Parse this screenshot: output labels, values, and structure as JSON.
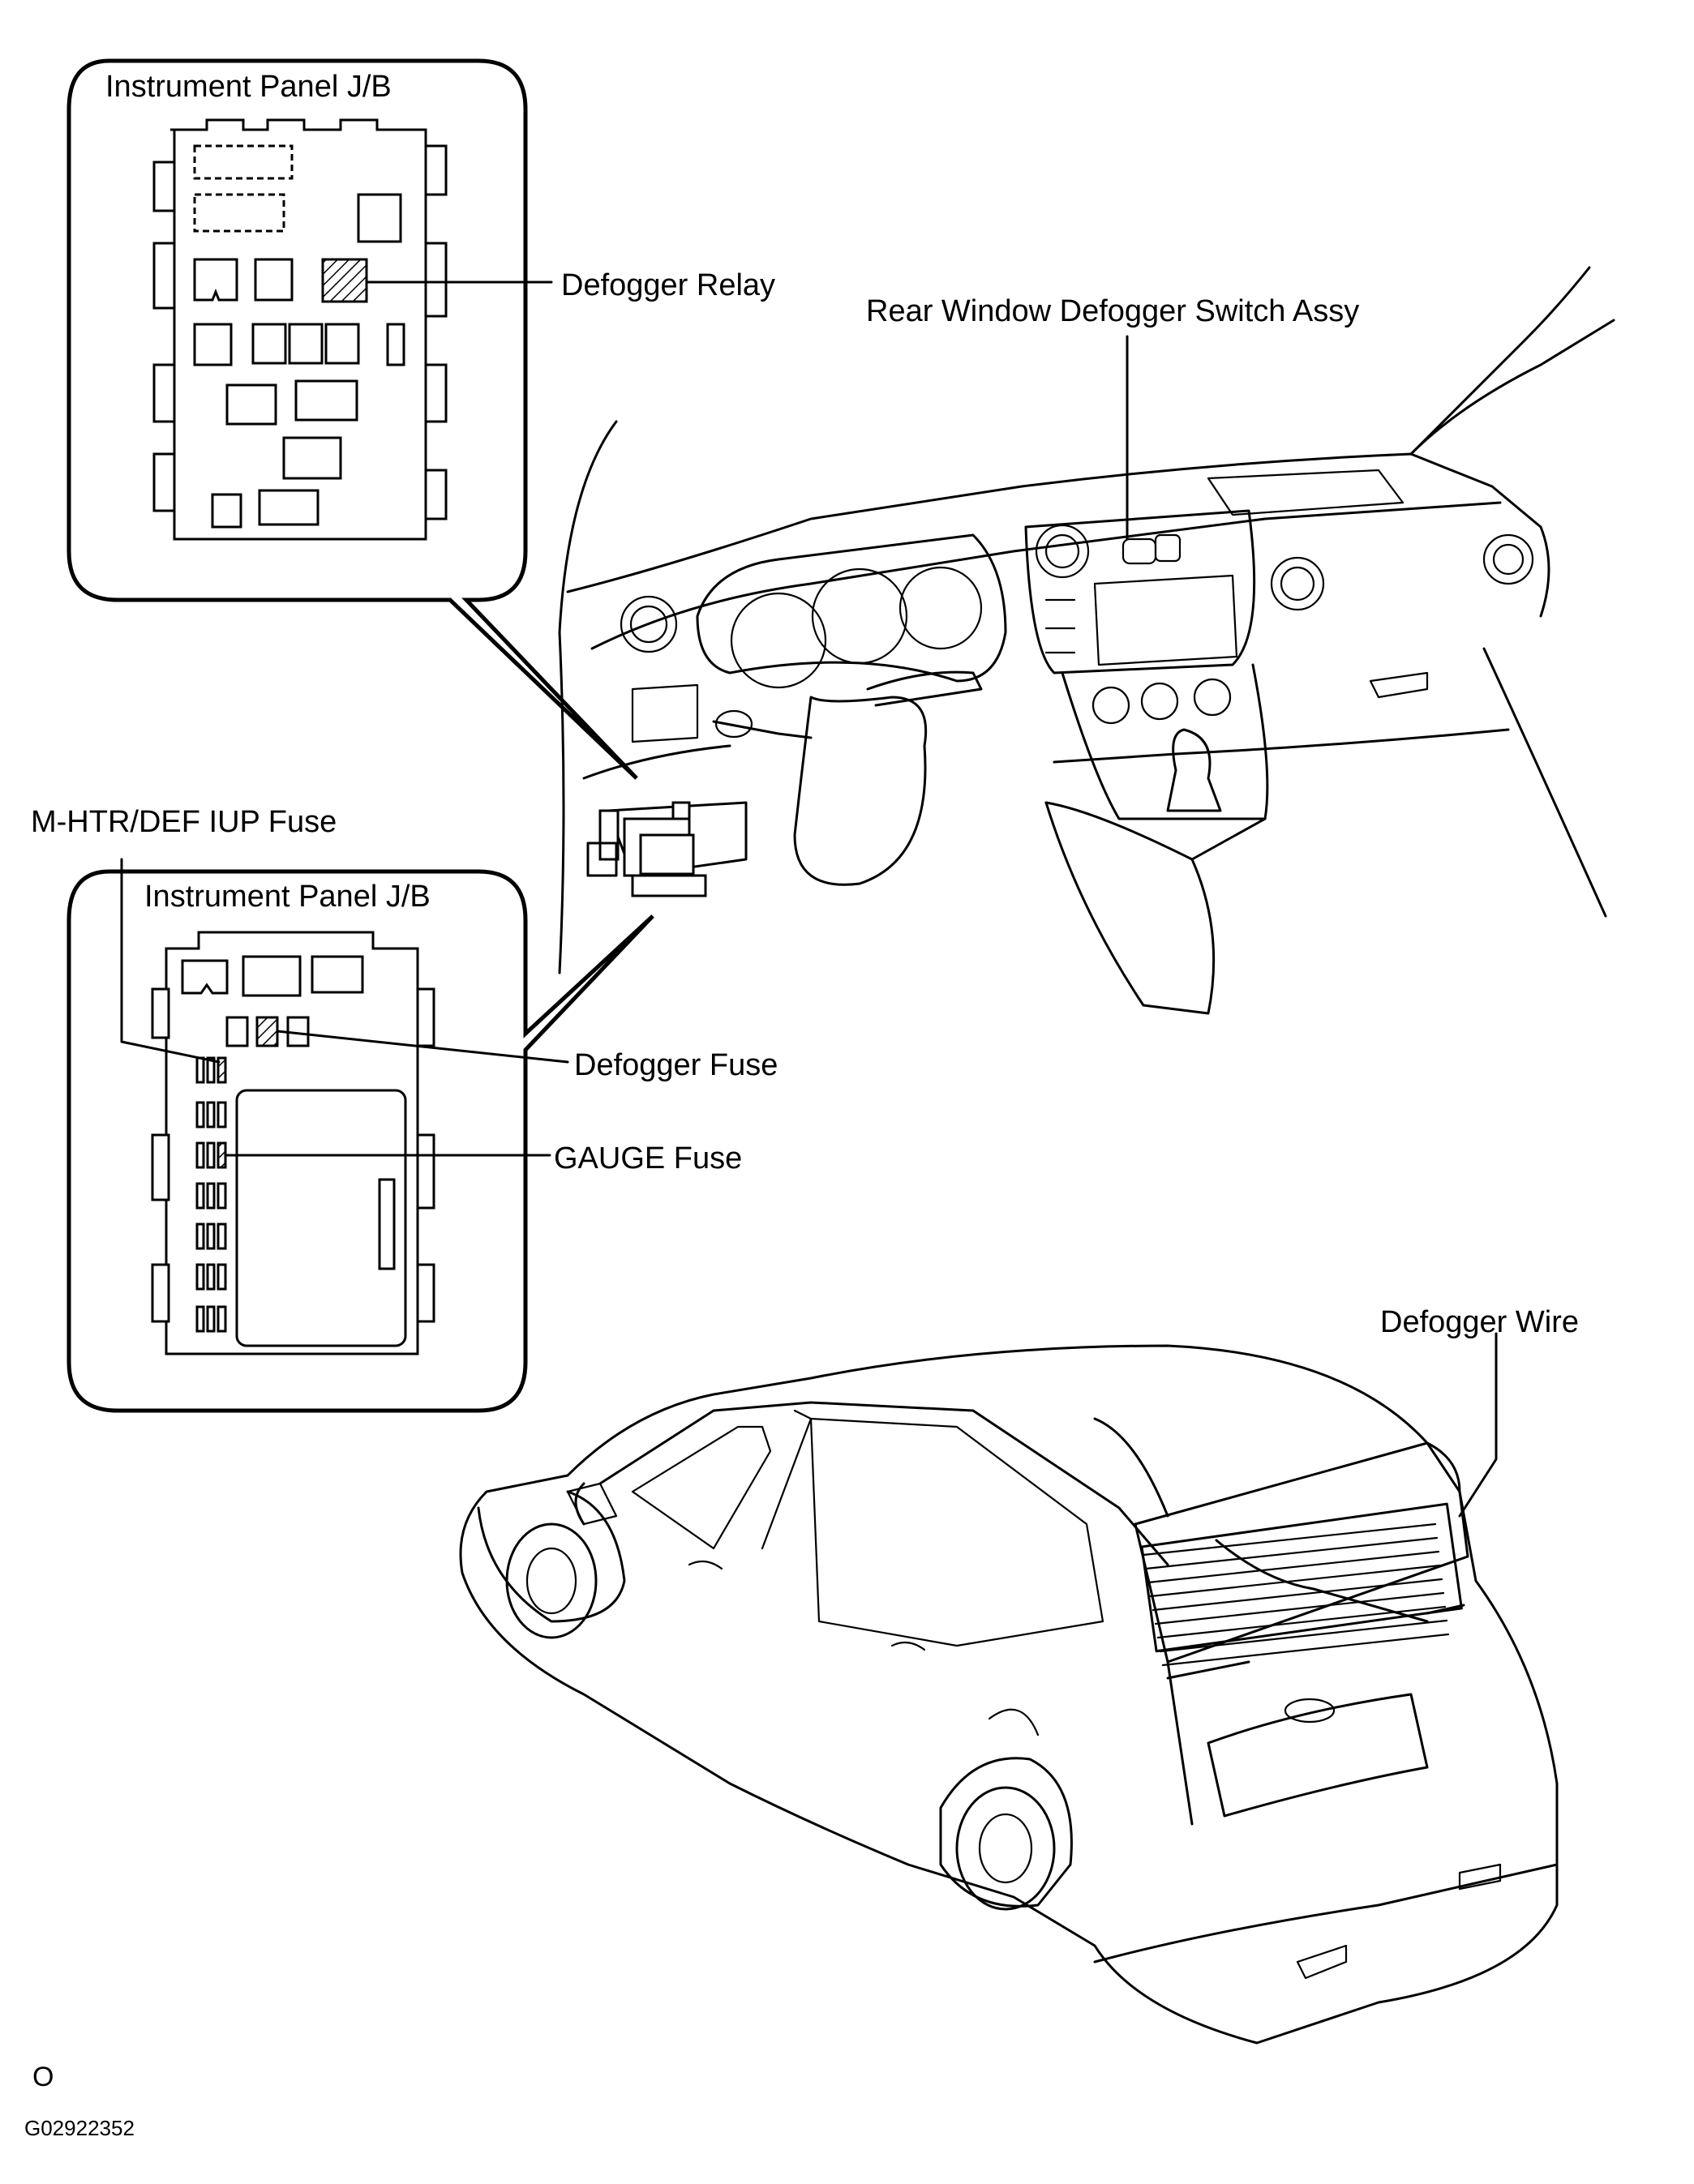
{
  "labels": {
    "jb_top_title": "Instrument Panel J/B",
    "defogger_relay": "Defogger Relay",
    "switch_assy": "Rear Window Defogger Switch Assy",
    "mhtr_fuse": "M-HTR/DEF  IUP Fuse",
    "jb_bottom_title": "Instrument Panel J/B",
    "defogger_fuse": "Defogger Fuse",
    "gauge_fuse": "GAUGE Fuse",
    "defogger_wire": "Defogger Wire"
  },
  "footer": {
    "mark": "O",
    "figure_code": "G02922352"
  },
  "colors": {
    "line": "#000000",
    "background": "#ffffff"
  }
}
